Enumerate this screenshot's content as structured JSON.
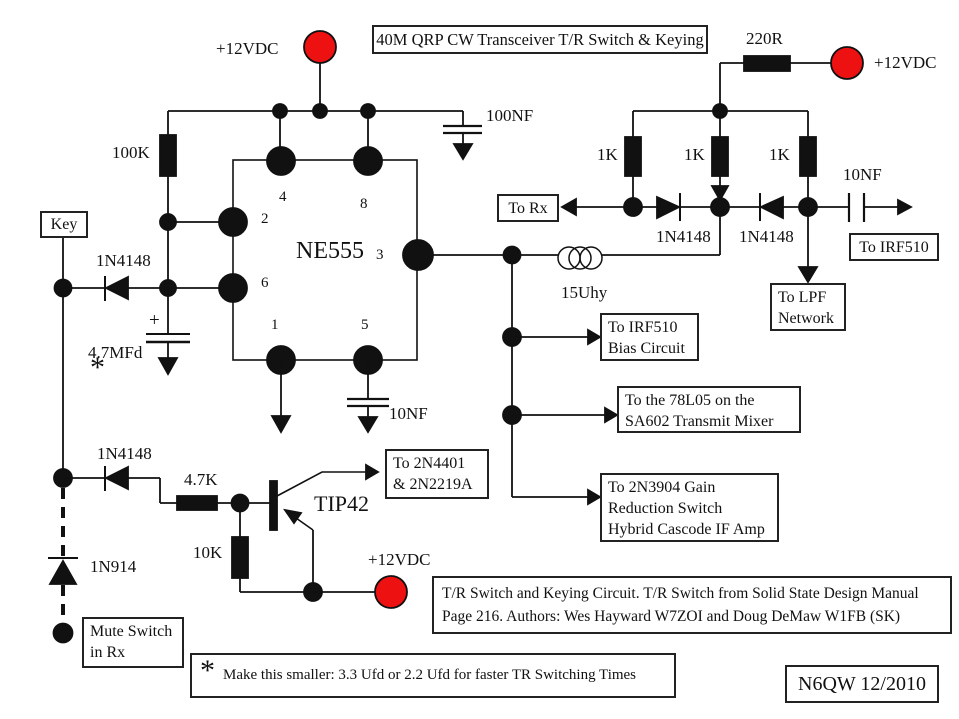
{
  "colors": {
    "accent_red": "#ee1111",
    "line": "#111111"
  },
  "title": "40M QRP CW Transceiver T/R Switch & Keying",
  "supplies": {
    "top_left": "+12VDC",
    "top_right": "+12VDC",
    "bottom": "+12VDC"
  },
  "ic": {
    "name": "NE555",
    "pin1": "1",
    "pin2": "2",
    "pin3": "3",
    "pin4": "4",
    "pin5": "5",
    "pin6": "6",
    "pin8": "8"
  },
  "resistors": {
    "r100k": "100K",
    "r220r": "220R",
    "r1k_a": "1K",
    "r1k_b": "1K",
    "r1k_c": "1K",
    "r4k7": "4.7K",
    "r10k": "10K"
  },
  "capacitors": {
    "c100nf": "100NF",
    "c10nf_left": "10NF",
    "c10nf_right": "10NF",
    "c4mfd7": "4.7MFd",
    "plus": "+",
    "star": "*"
  },
  "diodes": {
    "d1": "1N4148",
    "d2": "1N4148",
    "d3": "1N4148",
    "d4": "1N4148",
    "d5": "1N914"
  },
  "inductor": "15Uhy",
  "transistor": "TIP42",
  "key": "Key",
  "boxes": {
    "to_rx": "To Rx",
    "to_irf510": "To IRF510",
    "to_lpf": [
      "To LPF",
      "Network"
    ],
    "irf510_bias": [
      "To IRF510",
      "Bias Circuit"
    ],
    "mixer_78l05": [
      "To the 78L05 on the",
      "SA602 Transmit Mixer"
    ],
    "gain_reduction": [
      "To 2N3904 Gain",
      "Reduction Switch",
      "Hybrid Cascode IF Amp"
    ],
    "to_2n4401": [
      "To 2N4401",
      "& 2N2219A"
    ],
    "mute_switch": [
      "Mute Switch",
      "in Rx"
    ]
  },
  "notes": {
    "credits": "T/R Switch and Keying Circuit. T/R Switch from Solid State Design Manual Page 216. Authors: Wes Hayward W7ZOI and Doug DeMaw W1FB (SK)",
    "star_mark": "*",
    "star_note": "Make this smaller: 3.3 Ufd or 2.2 Ufd for faster TR Switching Times",
    "signature": "N6QW 12/2010"
  }
}
